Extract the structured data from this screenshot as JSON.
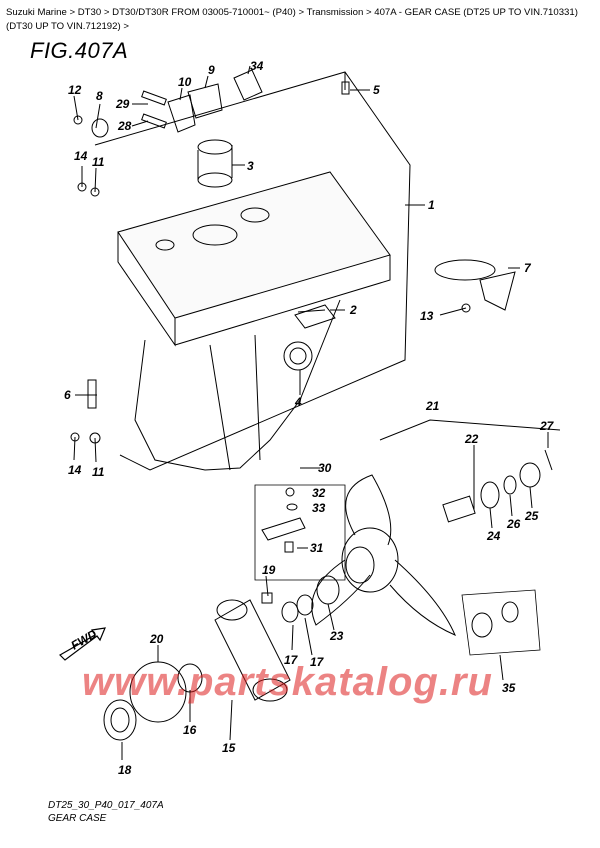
{
  "breadcrumbs": [
    "Suzuki Marine",
    "DT30",
    "DT30/DT30R FROM 03005-710001~ (P40)",
    "Transmission",
    "407A - GEAR CASE (DT25 UP TO VIN.710331) (DT30 UP TO VIN.712192)"
  ],
  "separator": " > ",
  "trailing_separator": " >",
  "figure_title": "FIG.407A",
  "fwd_label": "FWD",
  "watermark": "www.partskatalog.ru",
  "footer": {
    "code": "DT25_30_P40_017_407A",
    "caption": "GEAR CASE"
  },
  "callouts": [
    "1",
    "2",
    "3",
    "4",
    "5",
    "6",
    "7",
    "8",
    "9",
    "10",
    "11",
    "11",
    "12",
    "13",
    "14",
    "14",
    "15",
    "16",
    "17",
    "17",
    "18",
    "19",
    "20",
    "21",
    "22",
    "23",
    "24",
    "25",
    "26",
    "27",
    "28",
    "29",
    "30",
    "31",
    "32",
    "33",
    "34",
    "35"
  ],
  "colors": {
    "watermark": "#dc1e1e",
    "ink": "#000000"
  }
}
